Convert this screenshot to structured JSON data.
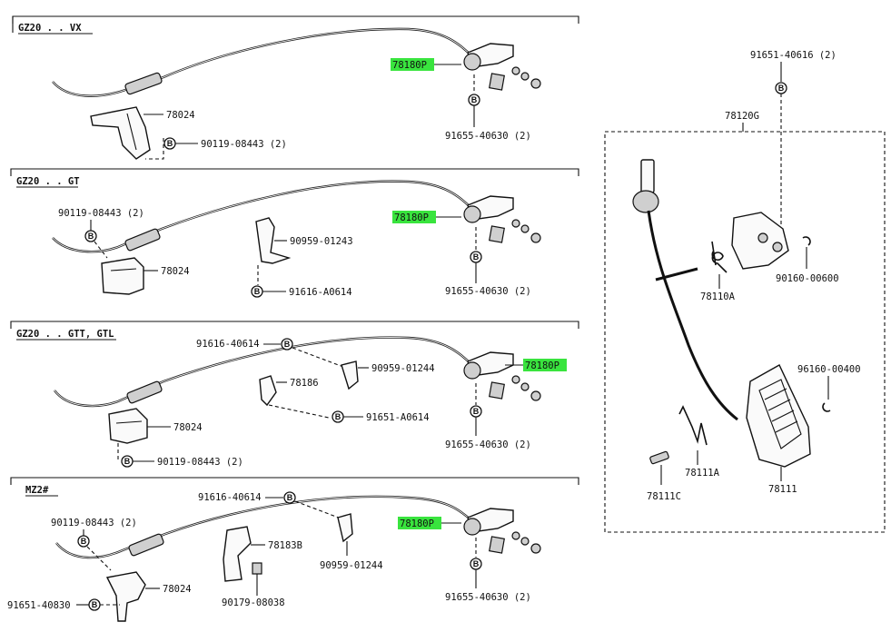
{
  "sections": [
    {
      "title": "GZ20 . . VX",
      "labels": [
        "78180P",
        "78024",
        "90119-08443 (2)",
        "91655-40630 (2)"
      ]
    },
    {
      "title": "GZ20 . . GT",
      "labels": [
        "90119-08443 (2)",
        "78180P",
        "90959-01243",
        "78024",
        "91616-A0614",
        "91655-40630 (2)"
      ]
    },
    {
      "title": "GZ20 . . GTT, GTL",
      "labels": [
        "91616-40614",
        "90959-01244",
        "78180P",
        "78186",
        "91651-A0614",
        "78024",
        "91655-40630 (2)",
        "90119-08443 (2)"
      ]
    },
    {
      "title": "MZ2#",
      "labels": [
        "91616-40614",
        "90119-08443 (2)",
        "78180P",
        "78183B",
        "78024",
        "90959-01244",
        "91655-40630 (2)",
        "91651-40830",
        "90179-08038"
      ]
    }
  ],
  "pedal_assembly": {
    "labels": [
      "91651-40616 (2)",
      "78120G",
      "90160-00600",
      "78110A",
      "96160-00400",
      "78111A",
      "78111C",
      "78111"
    ]
  },
  "bolt_symbol": "B",
  "highlight_color": "#39e43e"
}
